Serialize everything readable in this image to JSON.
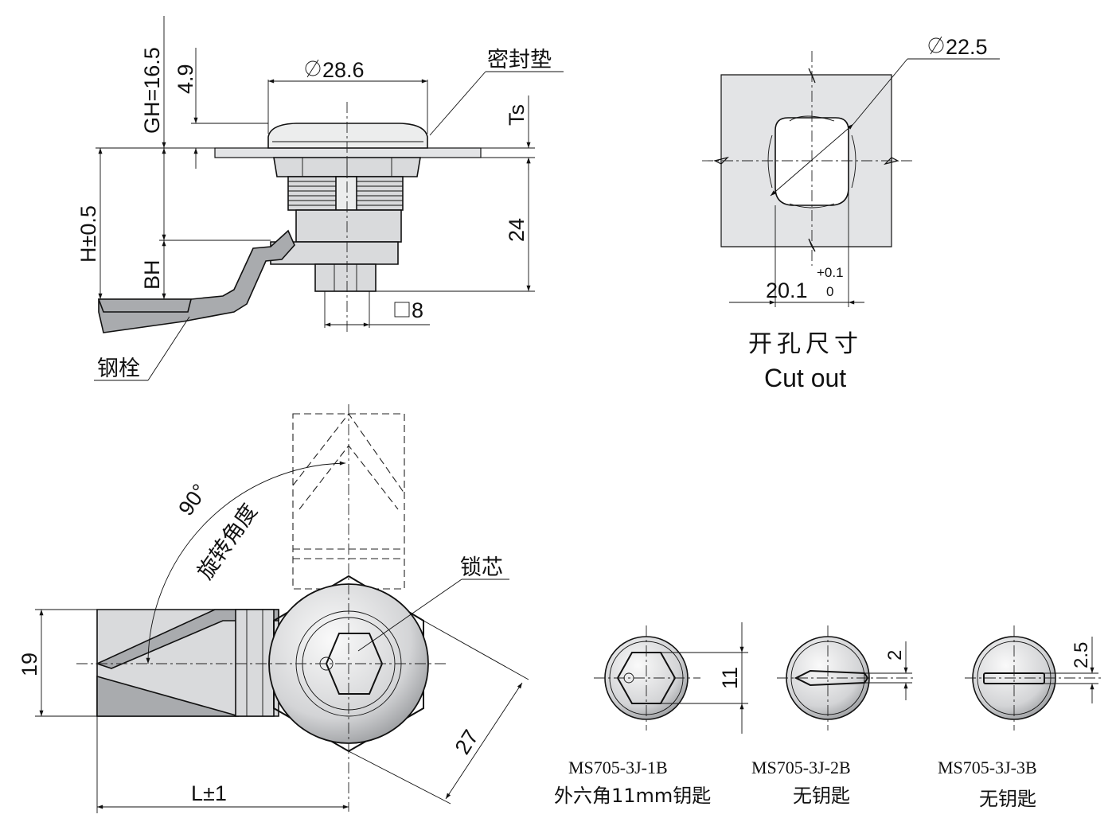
{
  "labels": {
    "gasket": "密封垫",
    "steel_latch": "钢栓",
    "rotation_angle": "旋转角度",
    "lock_core": "锁芯",
    "cutout_cn": "开孔尺寸",
    "cutout_en": "Cut out"
  },
  "dimensions": {
    "gh": "GH=16.5",
    "d_4_9": "4.9",
    "dia_28_6": "28.6",
    "ts": "Ts",
    "h": "H±0.5",
    "bh": "BH",
    "d_24": "24",
    "sq_8": "8",
    "dia_22_5": "22.5",
    "d_20_1": "20.1",
    "tol_plus": "+0.1",
    "tol_zero": "0",
    "angle_90": "90°",
    "d_19": "19",
    "d_27": "27",
    "l": "L±1",
    "d_11": "11",
    "d_2": "2",
    "d_2_5": "2.5"
  },
  "variants": [
    {
      "model": "MS705-3J-1B",
      "desc": "外六角11mm钥匙"
    },
    {
      "model": "MS705-3J-2B",
      "desc": "无钥匙"
    },
    {
      "model": "MS705-3J-3B",
      "desc": "无钥匙"
    }
  ],
  "colors": {
    "line": "#111111",
    "metal_light": "#eceded",
    "metal_mid": "#d9dadc",
    "metal_dark": "#a9abae",
    "plate": "#e3e4e6"
  }
}
